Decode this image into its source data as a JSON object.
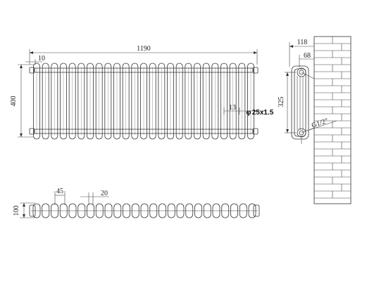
{
  "front_view": {
    "width_label": "1190",
    "gap_label": "10",
    "height_label": "400",
    "pipe_label": "25x1.5",
    "pipe_symbol": "φ",
    "pipe_offset_label": "13"
  },
  "plan_view": {
    "pitch_label": "45",
    "spacing_label": "20",
    "depth_label": "100"
  },
  "side_view": {
    "depth_label": "118",
    "wall_gap_label": "68",
    "centres_label": "325",
    "thread_label": "G1/2\""
  }
}
